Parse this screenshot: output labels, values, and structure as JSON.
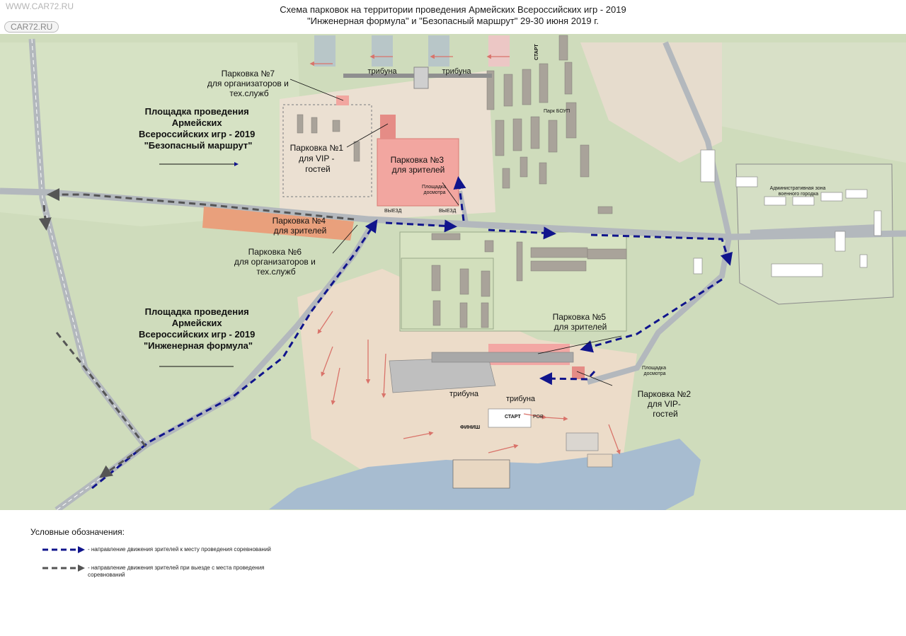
{
  "header": {
    "watermark": "WWW.CAR72.RU",
    "logo": "CAR72.RU",
    "title_line1": "Схема парковок на территории проведения Армейских Всероссийских игр - 2019",
    "title_line2": "\"Инженерная формула\" и \"Безопасный маршрут\" 29-30 июня 2019 г."
  },
  "map": {
    "venue_top": {
      "l1": "Площадка проведения",
      "l2": "Армейских",
      "l3": "Всероссийских игр - 2019",
      "l4": "\"Безопасный маршрут\""
    },
    "venue_bottom": {
      "l1": "Площадка проведения",
      "l2": "Армейских",
      "l3": "Всероссийских игр - 2019",
      "l4": "\"Инженерная формула\""
    },
    "parking": {
      "p1": {
        "l1": "Парковка №1",
        "l2": "для VIP -",
        "l3": "гостей"
      },
      "p2": {
        "l1": "Парковка №2",
        "l2": "для VIP-",
        "l3": "гостей"
      },
      "p3": {
        "l1": "Парковка №3",
        "l2": "для зрителей"
      },
      "p4": {
        "l1": "Парковка №4",
        "l2": "для зрителей"
      },
      "p5": {
        "l1": "Парковка №5",
        "l2": "для зрителей"
      },
      "p6": {
        "l1": "Парковка №6",
        "l2": "для организаторов и",
        "l3": "тех.служб"
      },
      "p7": {
        "l1": "Парковка №7",
        "l2": "для организаторов и",
        "l3": "тех.служб"
      }
    },
    "small_labels": {
      "tribune": "трибуна",
      "start": "СТАРТ",
      "finish": "ФИНИШ",
      "rov": "РОВ",
      "exit": "ВЫЕЗД",
      "inspection_l1": "Площадка",
      "inspection_l2": "досмотра",
      "park_boup": "Парк БОУП",
      "admin_l1": "Административная зона",
      "admin_l2": "военного городка"
    },
    "colors": {
      "terrain": "#cfdcbc",
      "field": "#d8e3c4",
      "road": "#b8bcc0",
      "sand": "#ecdcc9",
      "water": "#a7bcd0",
      "parking_red": "#f2a6a0",
      "parking_orange": "#e9a07c",
      "arrow_blue": "#10148c",
      "arrow_gray": "#555555"
    }
  },
  "legend": {
    "title": "Условные обозначения:",
    "item1": "- направление движения зрителей к месту проведения соревнований",
    "item2_l1": "- направление движения зрителей при выезде с места проведения",
    "item2_l2": "соревнований"
  }
}
